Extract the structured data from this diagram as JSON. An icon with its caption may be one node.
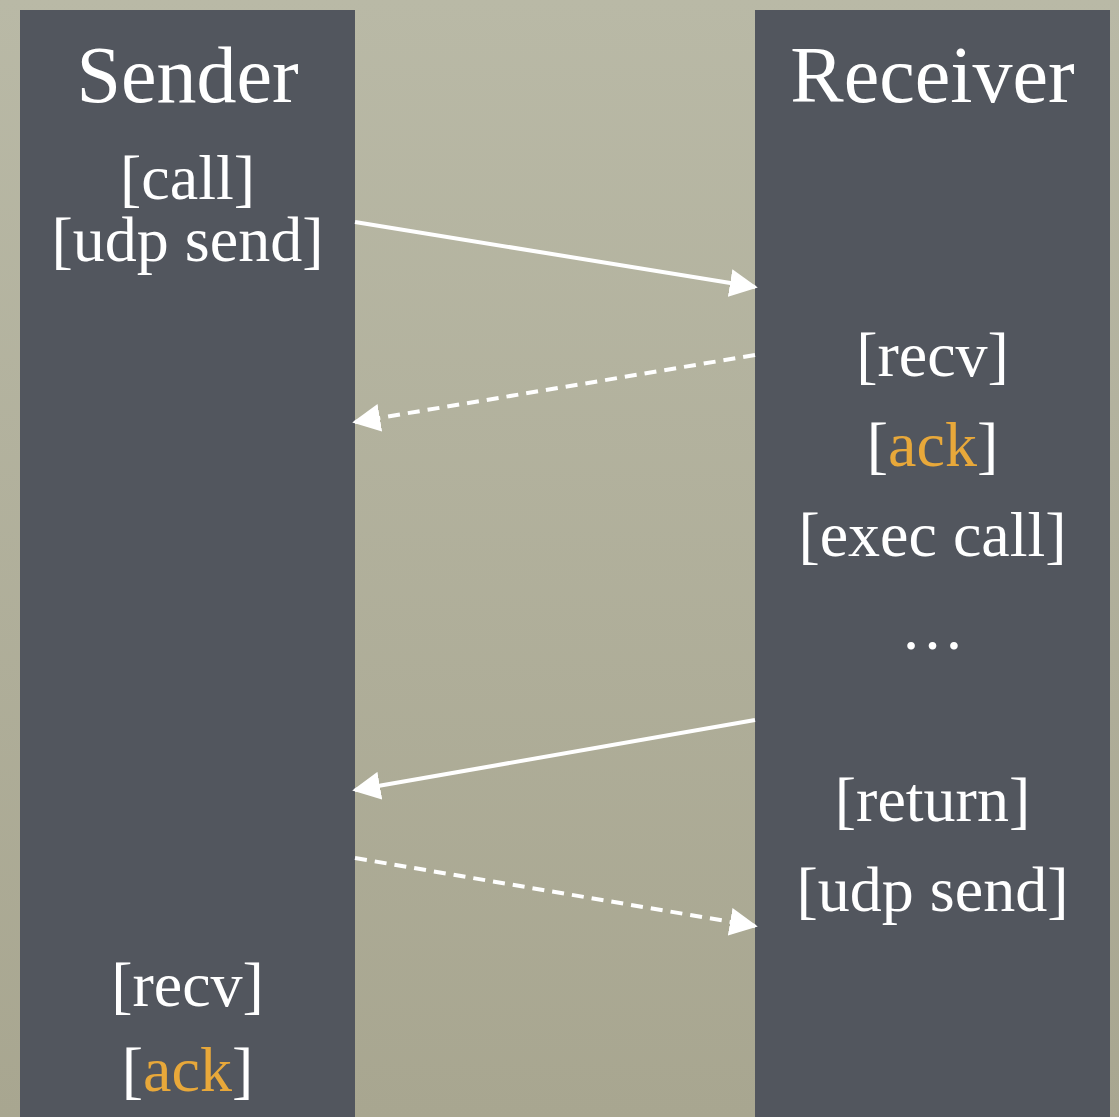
{
  "diagram": {
    "nodes": [
      {
        "text": [
          "Sender"
        ]
      },
      {
        "text": [
          "Receiver"
        ]
      },
      {
        "text": [
          "[call]"
        ],
        "in": 0
      },
      {
        "text": [
          "[udp send]"
        ],
        "in": 0
      },
      {
        "text": [
          "[recv]"
        ],
        "in": 0
      },
      {
        "text": [
          "[ack]"
        ],
        "in": 0
      },
      {
        "text": [
          "[recv]"
        ],
        "in": 1
      },
      {
        "text": [
          "[ack]"
        ],
        "in": 1
      },
      {
        "text": [
          "[exec call]"
        ],
        "in": 1
      },
      {
        "text": [
          "…"
        ],
        "in": 1
      },
      {
        "text": [
          "[return]"
        ],
        "in": 1
      },
      {
        "text": [
          "[udp send]"
        ],
        "in": 1
      }
    ],
    "edges": [
      {
        "from": 0,
        "to": 1,
        "arrow": "to"
      },
      {
        "from": 1,
        "to": 0,
        "arrow": "to",
        "style": "dashed"
      },
      {
        "from": 1,
        "to": 0,
        "arrow": "to"
      },
      {
        "from": 0,
        "to": 1,
        "arrow": "to",
        "style": "dashed"
      }
    ]
  }
}
